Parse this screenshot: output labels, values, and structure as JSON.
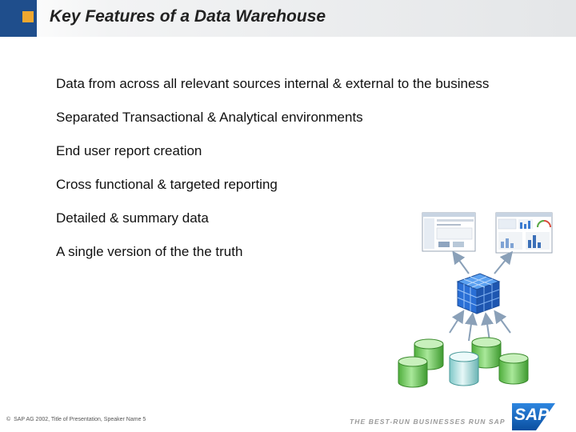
{
  "slide": {
    "title": "Key Features of a Data Warehouse",
    "bullets": [
      "Data from across all relevant sources internal & external to the business",
      "Separated Transactional & Analytical environments",
      "End user report creation",
      "Cross functional & targeted reporting",
      "Detailed & summary data",
      "A single version of the the truth"
    ]
  },
  "footer": {
    "copyright_symbol": "©",
    "copyright": "SAP AG 2002, Title of Presentation, Speaker Name  5",
    "tagline": "THE BEST-RUN BUSINESSES RUN SAP",
    "logo_text": "SAP"
  },
  "colors": {
    "title_blue": "#1f4e8c",
    "title_accent": "#f0a830",
    "cube_blue": "#2a6fd6",
    "cylinder_green": "#6fcf5a",
    "cylinder_highlight": "#a8e0e0",
    "arrow_gray": "#8aa0b8",
    "sap_blue": "#0a5bb5"
  },
  "illustration": {
    "icons": [
      "report-screenshot-icon",
      "dashboard-screenshot-icon",
      "data-cube-icon",
      "database-cylinder-icon"
    ]
  }
}
